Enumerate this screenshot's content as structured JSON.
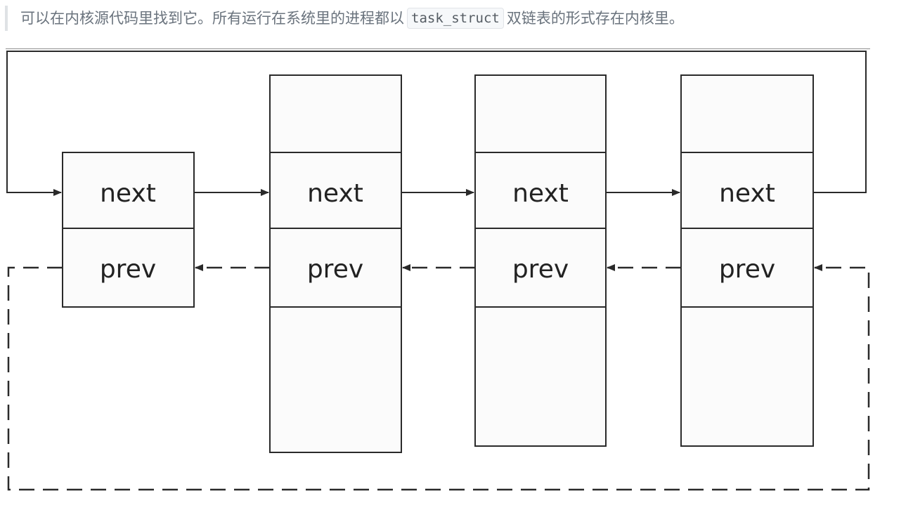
{
  "caption": {
    "before": "可以在内核源代码里找到它。所有运行在系统里的进程都以",
    "code": "task_struct",
    "after": "双链表的形式存在内核里。"
  },
  "diagram": {
    "nodes": [
      {
        "next_label": "next",
        "prev_label": "prev"
      },
      {
        "next_label": "next",
        "prev_label": "prev"
      },
      {
        "next_label": "next",
        "prev_label": "prev"
      },
      {
        "next_label": "next",
        "prev_label": "prev"
      }
    ],
    "colors": {
      "line": "#2a2a2a",
      "box_fill": "#fbfbfb"
    }
  }
}
